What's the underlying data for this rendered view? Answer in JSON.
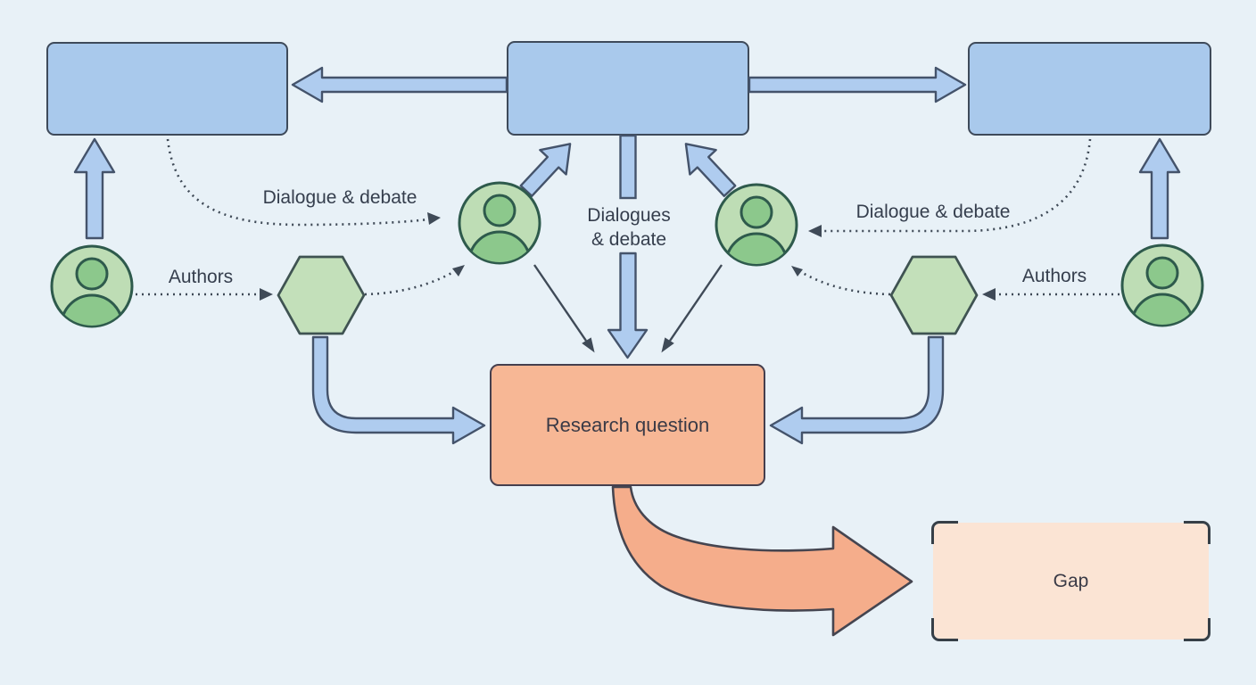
{
  "diagram": {
    "nodes": {
      "top_left_box": {
        "label": ""
      },
      "top_center_box": {
        "label": ""
      },
      "top_right_box": {
        "label": ""
      },
      "research_question_box": {
        "label": "Research question"
      },
      "gap_box": {
        "label": "Gap"
      }
    },
    "labels": {
      "authors_left": "Authors",
      "authors_right": "Authors",
      "dialogue_debate_left": "Dialogue & debate",
      "dialogue_debate_right": "Dialogue & debate",
      "dialogues_debate_center": {
        "line1": "Dialogues",
        "line2": "& debate"
      }
    },
    "icons": [
      "person-icon",
      "person-icon",
      "person-icon",
      "person-icon",
      "hexagon-icon",
      "hexagon-icon"
    ],
    "colors": {
      "background": "#E8F1F7",
      "box_blue_fill": "#A9C9EC",
      "box_blue_border": "#3E4A5A",
      "arrow_blue_fill": "#AFCCEF",
      "arrow_blue_border": "#44536B",
      "person_fill_light": "#BEDDB5",
      "person_fill_dark": "#8CC88C",
      "person_border": "#2E5A4C",
      "hexagon_fill": "#C3E0BA",
      "hexagon_border": "#3F5352",
      "research_question_fill": "#F7B795",
      "research_question_border": "#453F4E",
      "gap_fill": "#FBE4D4",
      "gap_bracket": "#363F47",
      "swoosh_fill": "#F5AD8B",
      "swoosh_border": "#454550",
      "connector_color": "#3F4A57",
      "text_color": "#353E4D"
    }
  }
}
